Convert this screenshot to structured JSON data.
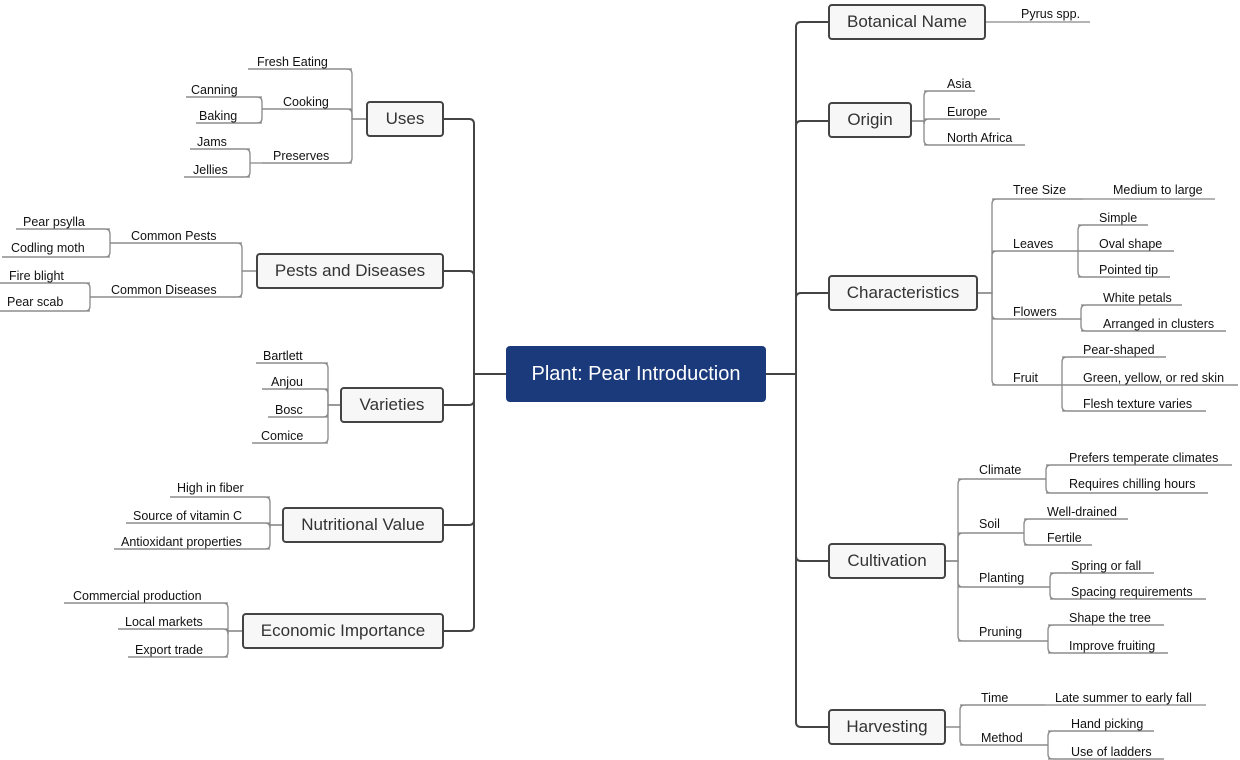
{
  "root": {
    "label": "Plant: Pear Introduction",
    "color": "#1a3a7c"
  },
  "left": [
    {
      "label": "Uses",
      "children": [
        {
          "label": "Fresh Eating"
        },
        {
          "label": "Cooking",
          "children": [
            {
              "label": "Canning"
            },
            {
              "label": "Baking"
            }
          ]
        },
        {
          "label": "Preserves",
          "children": [
            {
              "label": "Jams"
            },
            {
              "label": "Jellies"
            }
          ]
        }
      ]
    },
    {
      "label": "Pests and Diseases",
      "children": [
        {
          "label": "Common Pests",
          "children": [
            {
              "label": "Pear psylla"
            },
            {
              "label": "Codling moth"
            }
          ]
        },
        {
          "label": "Common Diseases",
          "children": [
            {
              "label": "Fire blight"
            },
            {
              "label": "Pear scab"
            }
          ]
        }
      ]
    },
    {
      "label": "Varieties",
      "children": [
        {
          "label": "Bartlett"
        },
        {
          "label": "Anjou"
        },
        {
          "label": "Bosc"
        },
        {
          "label": "Comice"
        }
      ]
    },
    {
      "label": "Nutritional Value",
      "children": [
        {
          "label": "High in fiber"
        },
        {
          "label": "Source of vitamin C"
        },
        {
          "label": "Antioxidant properties"
        }
      ]
    },
    {
      "label": "Economic Importance",
      "children": [
        {
          "label": "Commercial production"
        },
        {
          "label": "Local markets"
        },
        {
          "label": "Export trade"
        }
      ]
    }
  ],
  "right": [
    {
      "label": "Botanical Name",
      "children": [
        {
          "label": "Pyrus spp."
        }
      ]
    },
    {
      "label": "Origin",
      "children": [
        {
          "label": "Asia"
        },
        {
          "label": "Europe"
        },
        {
          "label": "North Africa"
        }
      ]
    },
    {
      "label": "Characteristics",
      "children": [
        {
          "label": "Tree Size",
          "children": [
            {
              "label": "Medium to large"
            }
          ]
        },
        {
          "label": "Leaves",
          "children": [
            {
              "label": "Simple"
            },
            {
              "label": "Oval shape"
            },
            {
              "label": "Pointed tip"
            }
          ]
        },
        {
          "label": "Flowers",
          "children": [
            {
              "label": "White petals"
            },
            {
              "label": "Arranged in clusters"
            }
          ]
        },
        {
          "label": "Fruit",
          "children": [
            {
              "label": "Pear-shaped"
            },
            {
              "label": "Green, yellow, or red skin"
            },
            {
              "label": "Flesh texture varies"
            }
          ]
        }
      ]
    },
    {
      "label": "Cultivation",
      "children": [
        {
          "label": "Climate",
          "children": [
            {
              "label": "Prefers temperate climates"
            },
            {
              "label": "Requires chilling hours"
            }
          ]
        },
        {
          "label": "Soil",
          "children": [
            {
              "label": "Well-drained"
            },
            {
              "label": "Fertile"
            }
          ]
        },
        {
          "label": "Planting",
          "children": [
            {
              "label": "Spring or fall"
            },
            {
              "label": "Spacing requirements"
            }
          ]
        },
        {
          "label": "Pruning",
          "children": [
            {
              "label": "Shape the tree"
            },
            {
              "label": "Improve fruiting"
            }
          ]
        }
      ]
    },
    {
      "label": "Harvesting",
      "children": [
        {
          "label": "Time",
          "children": [
            {
              "label": "Late summer to early fall"
            }
          ]
        },
        {
          "label": "Method",
          "children": [
            {
              "label": "Hand picking"
            },
            {
              "label": "Use of ladders"
            }
          ]
        }
      ]
    }
  ]
}
